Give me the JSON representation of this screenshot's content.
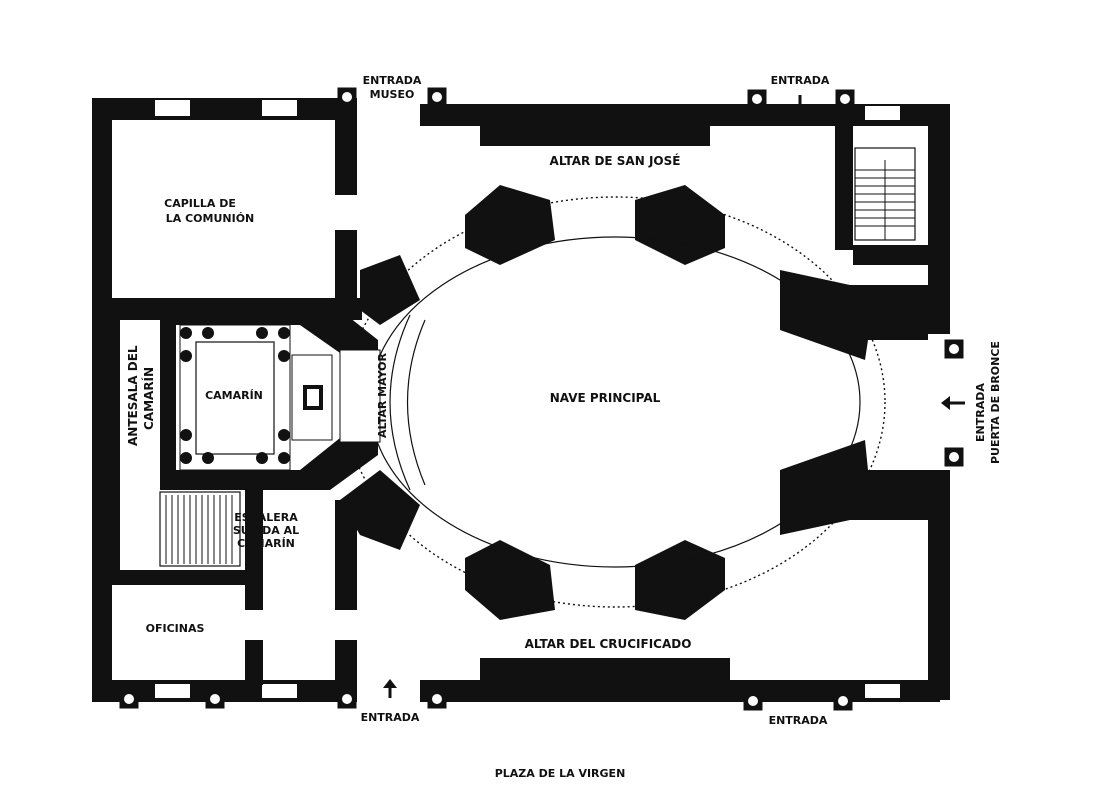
{
  "labels": {
    "entrada_museo_1": "ENTRADA",
    "entrada_museo_2": "MUSEO",
    "entrada_top_right": "ENTRADA",
    "altar_san_jose": "ALTAR DE SAN JOSÉ",
    "capilla_1": "CAPILLA DE",
    "capilla_2": "LA COMUNIÓN",
    "antesala_1": "ANTESALA DEL",
    "antesala_2": "CAMARÍN",
    "camarin": "CAMARÍN",
    "altar_mayor": "ALTAR MAYOR",
    "nave_principal": "NAVE PRINCIPAL",
    "entrada_right_1": "ENTRADA",
    "entrada_right_2": "PUERTA DE BRONCE",
    "escalera_1": "ESCALERA",
    "escalera_2": "SUBIDA AL",
    "escalera_3": "CAMARÍN",
    "oficinas": "OFICINAS",
    "altar_crucificado": "ALTAR DEL CRUCIFICADO",
    "entrada_bottom_left": "ENTRADA",
    "entrada_bottom_right": "ENTRADA",
    "plaza": "PLAZA DE LA VIRGEN"
  }
}
